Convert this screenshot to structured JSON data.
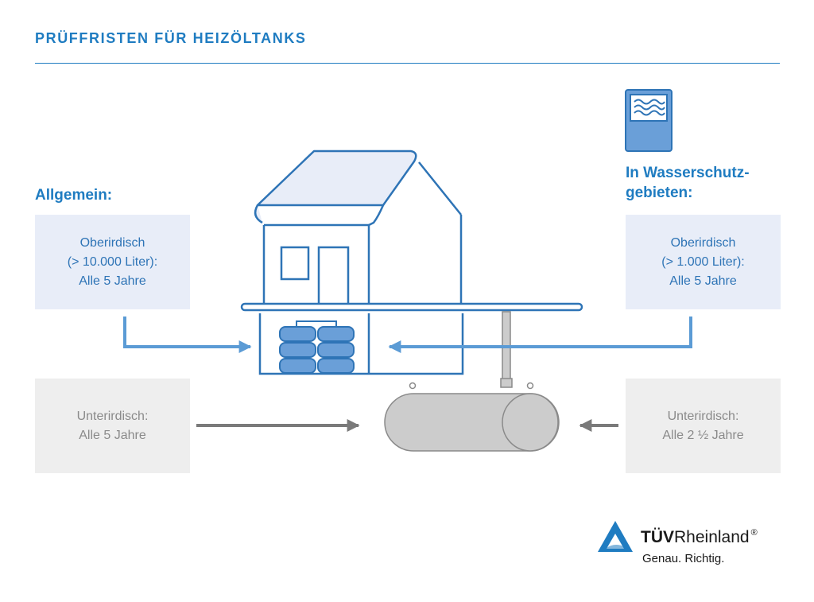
{
  "header": {
    "title": "PRÜFFRISTEN FÜR HEIZÖLTANKS"
  },
  "left": {
    "heading": "Allgemein:",
    "above_ground": [
      "Oberirdisch",
      "(> 10.000 Liter):",
      "Alle 5 Jahre"
    ],
    "underground": [
      "Unterirdisch:",
      "Alle 5 Jahre"
    ]
  },
  "right": {
    "heading": [
      "In Wasserschutz-",
      "gebieten:"
    ],
    "above_ground": [
      "Oberirdisch",
      "(> 1.000 Liter):",
      "Alle 5 Jahre"
    ],
    "underground": [
      "Unterirdisch:",
      "Alle 2 ½ Jahre"
    ]
  },
  "icons": {
    "water_protection": "water-protection-sign-icon",
    "house": "house-icon",
    "above_ground_tanks": "oil-tanks-icon",
    "underground_tank": "underground-tank-icon",
    "logo": "tuv-triangle-logo-icon"
  },
  "logo": {
    "brand_bold": "TÜV",
    "brand_rest": "Rheinland",
    "registered": "®",
    "slogan": "Genau. Richtig."
  },
  "colors": {
    "accent": "#1f7cc1",
    "line_blue": "#5b9bd5",
    "box_blue": "#e8edf8",
    "box_grey": "#eeeeee",
    "grey_arrow": "#7a7a7a"
  }
}
